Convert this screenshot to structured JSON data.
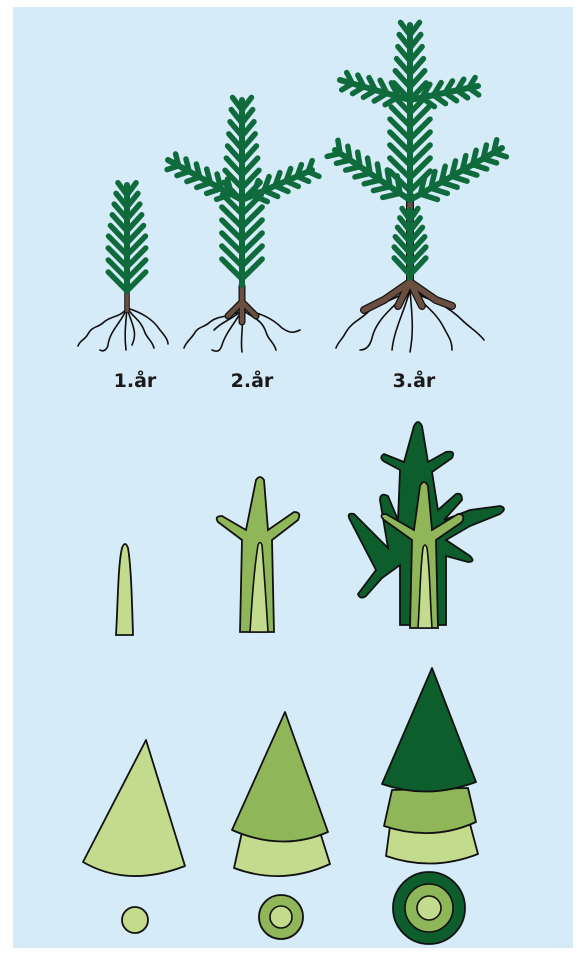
{
  "colors": {
    "background": "#d6ebf8",
    "needle_green": "#0f6b3b",
    "trunk_brown": "#6a5040",
    "light_green": "#c3db8c",
    "mid_green": "#8fb659",
    "dark_green": "#0d5e2c",
    "outline": "#111111"
  },
  "labels": {
    "year1": "1.år",
    "year2": "2.år",
    "year3": "3.år"
  }
}
